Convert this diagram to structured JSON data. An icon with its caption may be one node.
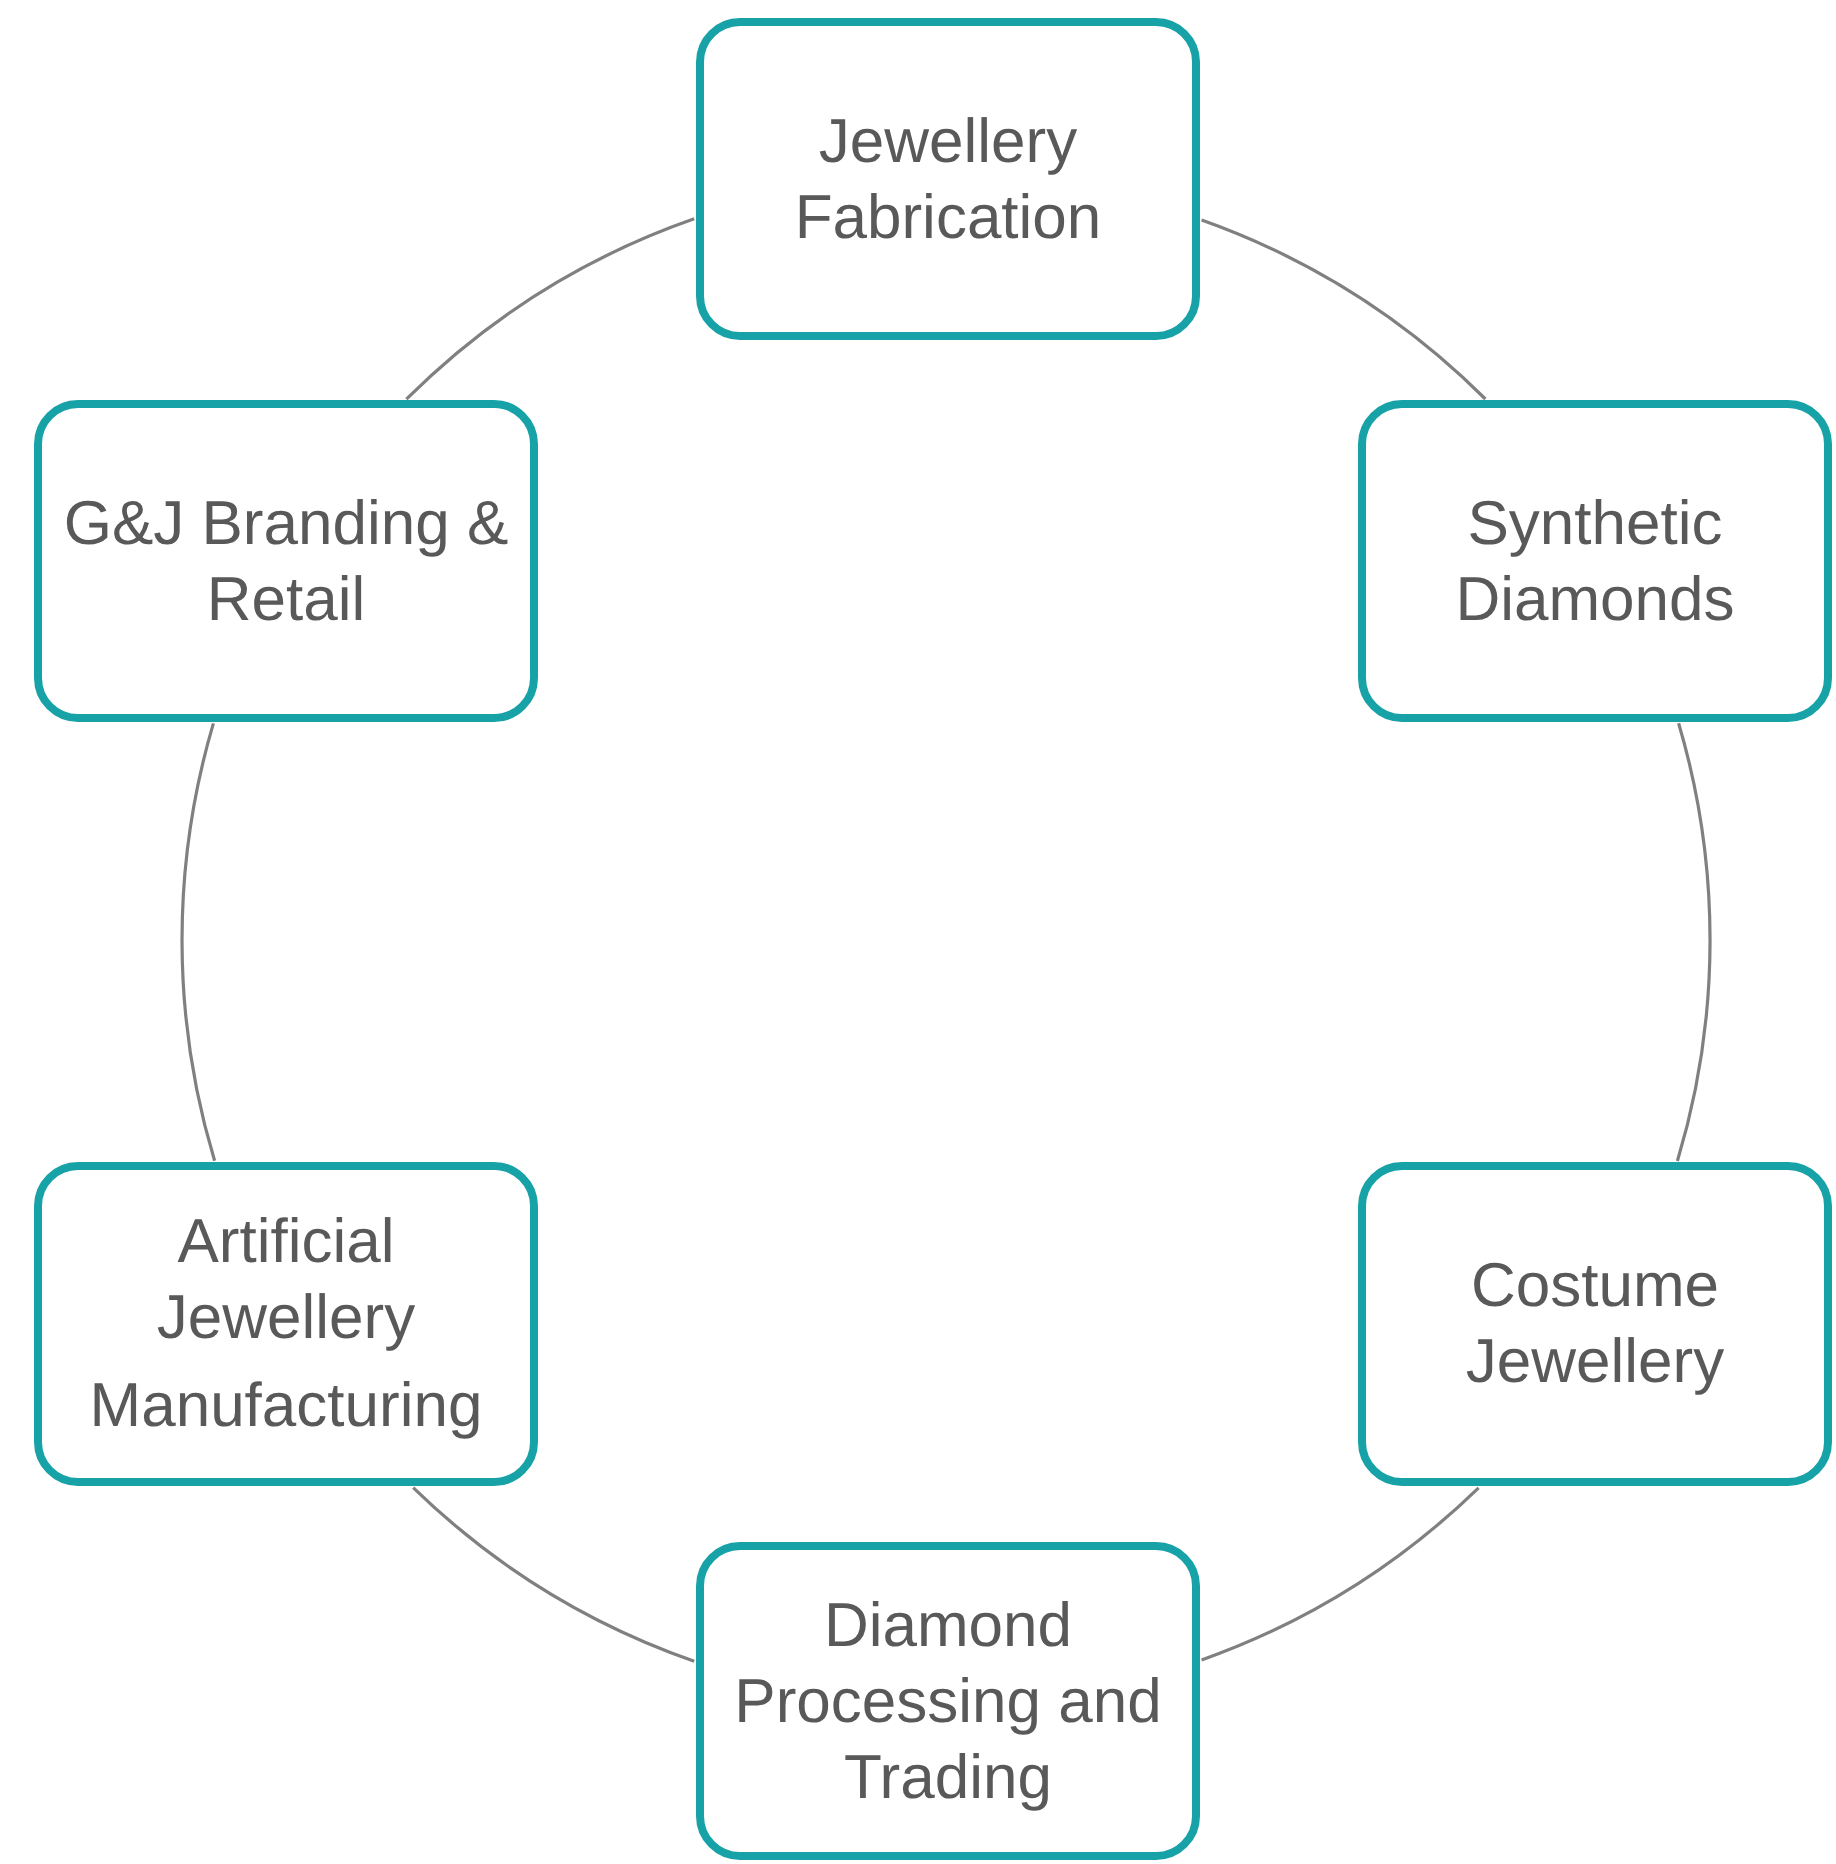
{
  "diagram": {
    "nodes": [
      {
        "text": [
          "Jewellery Fabrication"
        ]
      },
      {
        "text": [
          "G&J Branding & Retail"
        ]
      },
      {
        "text": [
          "Synthetic Diamonds"
        ]
      },
      {
        "text": [
          "Artificial Jewellery",
          "Manufacturing"
        ]
      },
      {
        "text": [
          "Costume Jewellery"
        ]
      },
      {
        "text": [
          "Diamond Processing and Trading"
        ]
      }
    ],
    "edges": [
      {
        "from": 0,
        "to": 2,
        "arrow": "none"
      },
      {
        "from": 2,
        "to": 4,
        "arrow": "none"
      },
      {
        "from": 4,
        "to": 5,
        "arrow": "none"
      },
      {
        "from": 5,
        "to": 3,
        "arrow": "none"
      },
      {
        "from": 3,
        "to": 1,
        "arrow": "none"
      },
      {
        "from": 1,
        "to": 0,
        "arrow": "none"
      }
    ]
  }
}
